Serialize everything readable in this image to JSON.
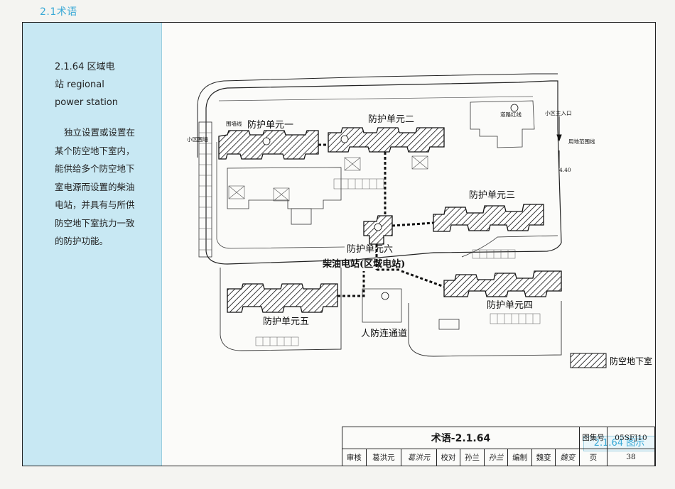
{
  "section_tag": "2.1术语",
  "term": {
    "line1": "2.1.64 区域电",
    "line2": "站 regional",
    "line3": "power station"
  },
  "definition": "独立设置或设置在某个防空地下室内，能供给多个防空地下室电源而设置的柴油电站，并具有与所供防空地下室抗力一致的防护功能。",
  "plan": {
    "labels": {
      "unit1": "防护单元一",
      "unit2": "防护单元二",
      "unit3": "防护单元三",
      "unit4": "防护单元四",
      "unit5": "防护单元五",
      "unit6": "防护单元六",
      "station": "柴油电站(区域电站)",
      "passage": "人防连通道",
      "wall_line": "围墙线",
      "community_wall": "小区围墙",
      "road_line": "道路红线",
      "entrance": "小区主入口",
      "land_line": "用地范围线",
      "level": "4.40"
    },
    "legend": "防空地下室"
  },
  "figure_label": "2.1.64 图示",
  "title_block": {
    "title": "术语-2.1.64",
    "atlas_label": "图集号",
    "atlas_no": "05SFJ10",
    "review_label": "审核",
    "reviewer": "葛洪元",
    "reviewer_sig": "葛洪元",
    "check_label": "校对",
    "checker": "孙兰",
    "checker_sig": "孙兰",
    "edit_label": "编制",
    "editor": "魏变",
    "editor_sig": "魏变",
    "page_label": "页",
    "page_no": "38"
  }
}
